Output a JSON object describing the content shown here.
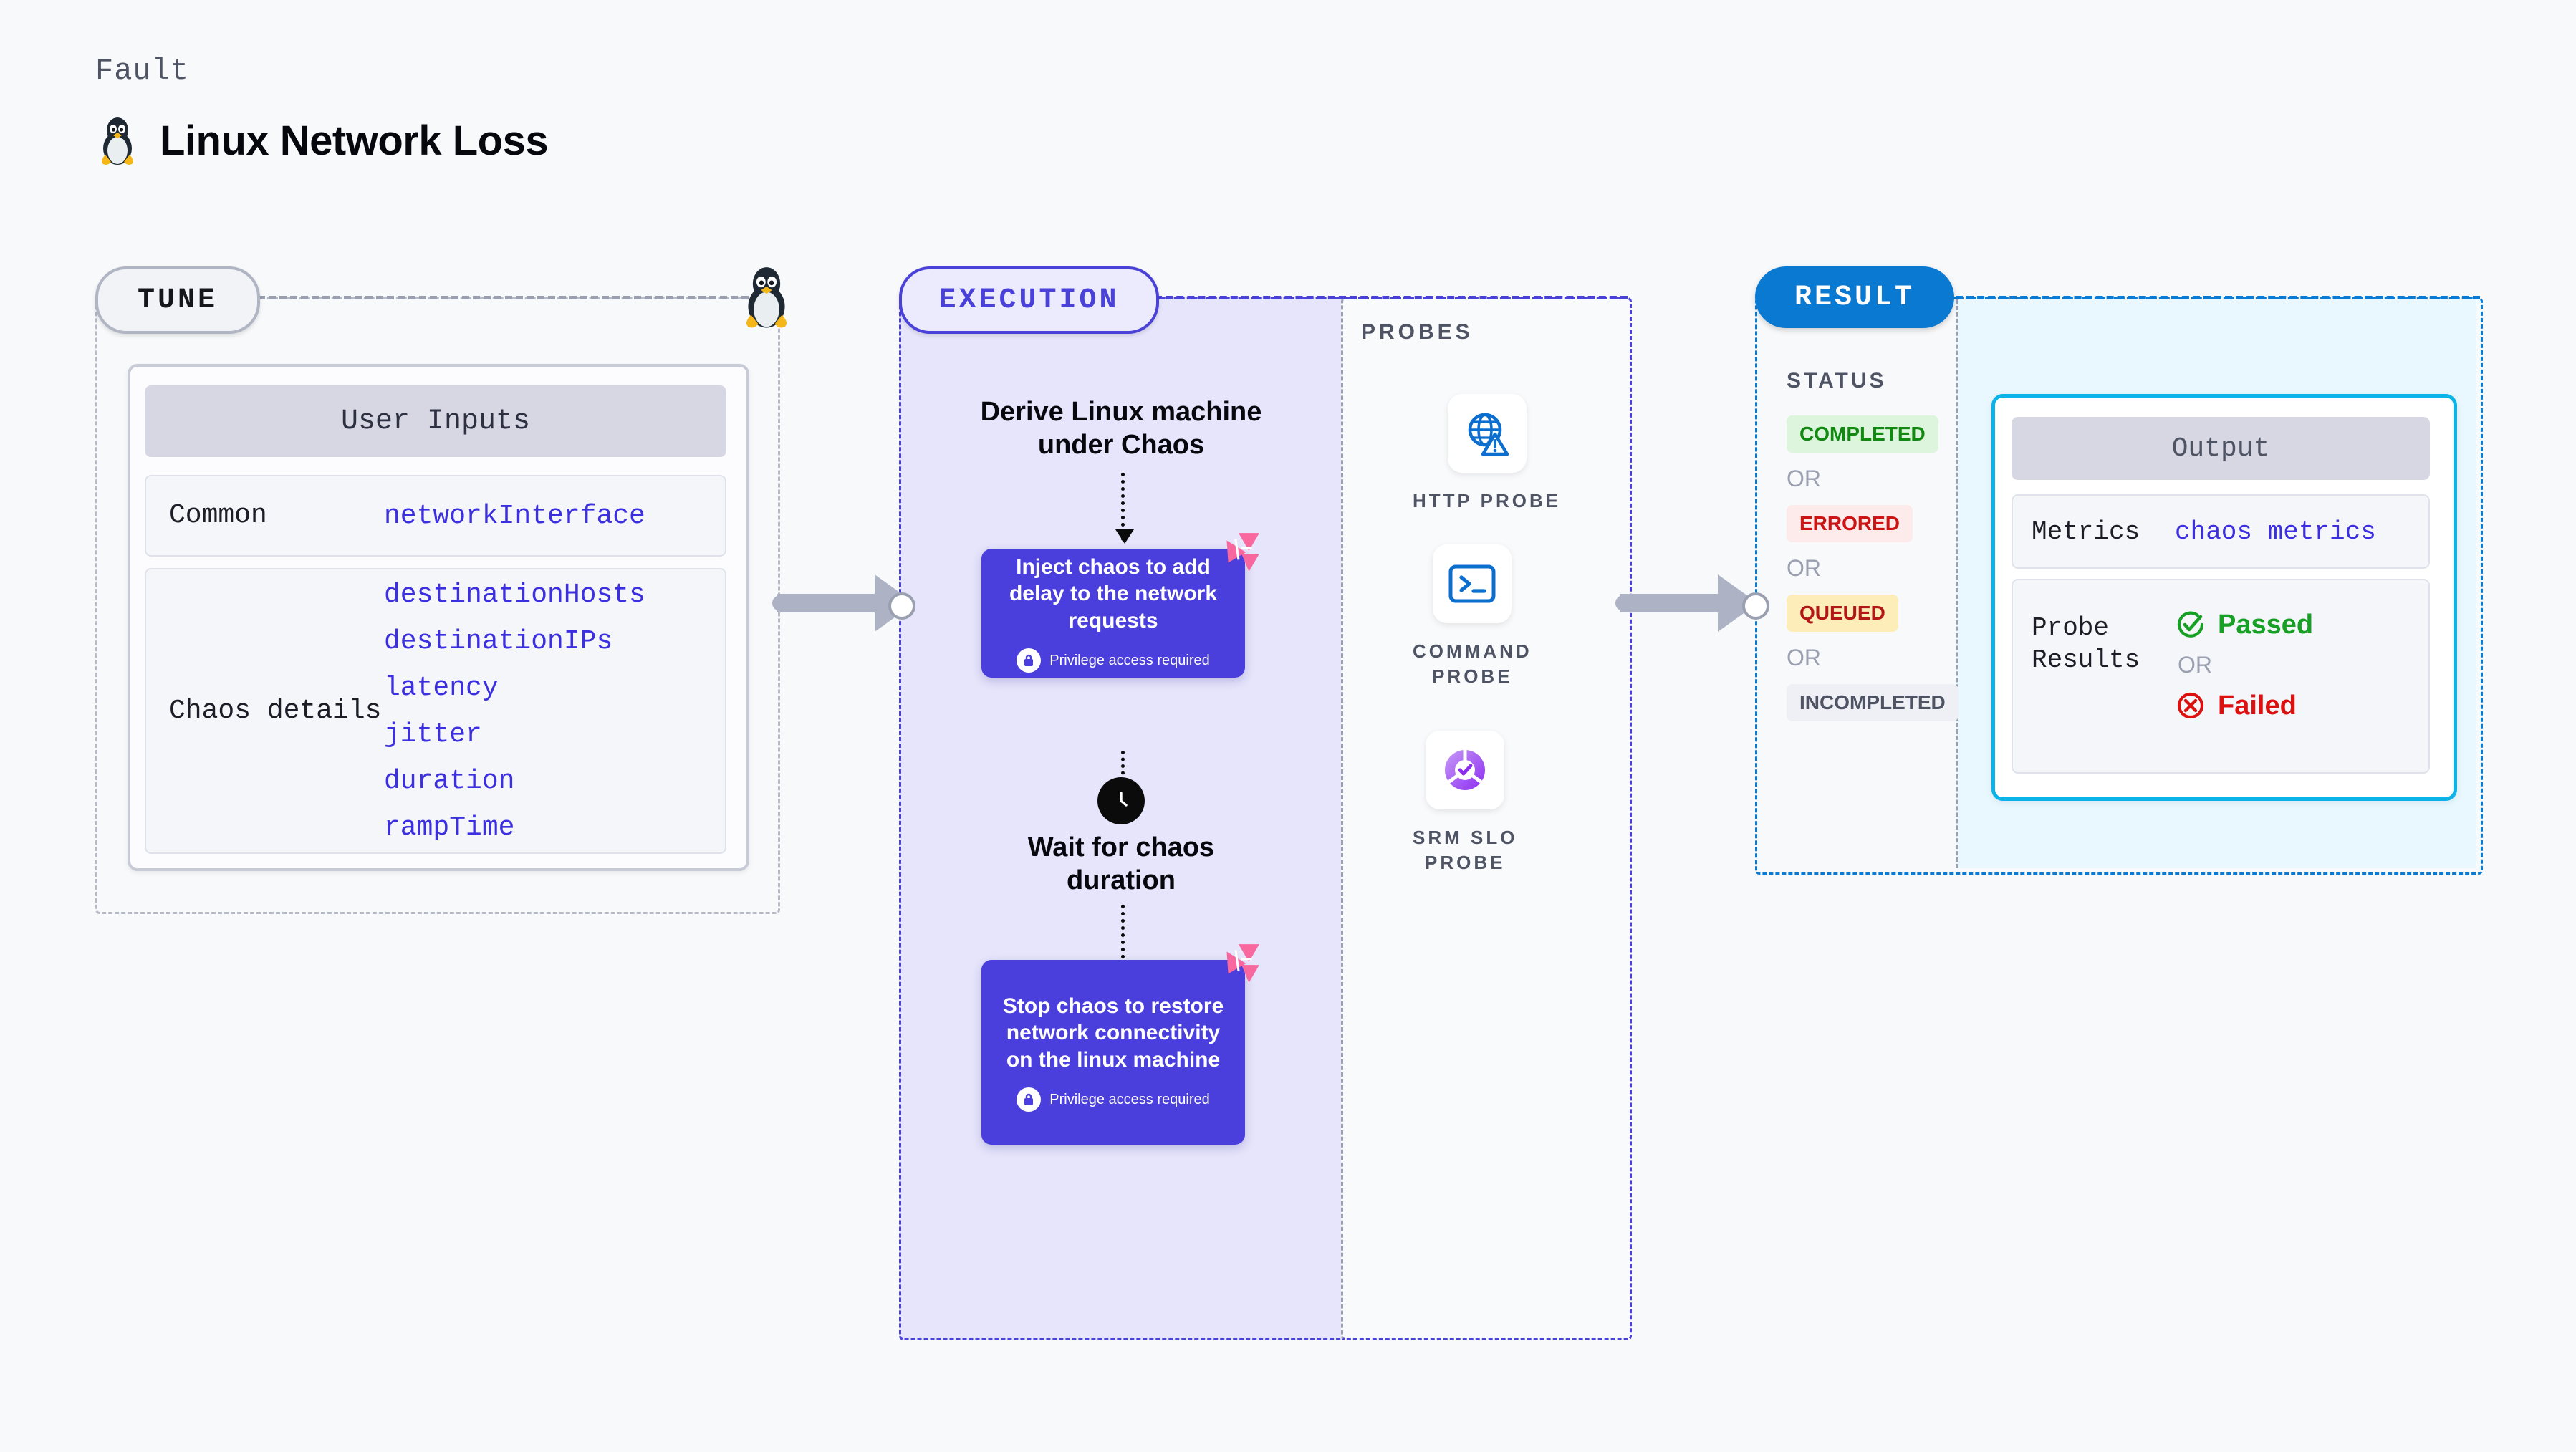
{
  "header": {
    "kicker": "Fault",
    "title": "Linux Network Loss",
    "icon": "linux-penguin-icon"
  },
  "colors": {
    "execution_accent": "#4a41d8",
    "result_accent": "#0a79d2",
    "output_border": "#0bb3e8",
    "param_value": "#3b2fe0",
    "chaos_card": "#4a3fdc",
    "harness_mark": "#f9679f",
    "arrow_grey": "#adb2c4"
  },
  "tune": {
    "badge": "TUNE",
    "card_title": "User Inputs",
    "rows": [
      {
        "label": "Common",
        "values": [
          "networkInterface"
        ]
      },
      {
        "label": "Chaos details",
        "values": [
          "destinationHosts",
          "destinationIPs",
          "latency",
          "jitter",
          "duration",
          "rampTime"
        ]
      }
    ]
  },
  "execution": {
    "badge": "EXECUTION",
    "step1": "Derive Linux machine\nunder Chaos",
    "wait_step": "Wait for chaos\nduration",
    "cards": [
      {
        "title": "Inject chaos to add delay to the network requests",
        "privilege": "Privilege access required"
      },
      {
        "title": "Stop chaos to restore network connectivity on the linux machine",
        "privilege": "Privilege access required"
      }
    ]
  },
  "probes": {
    "label": "PROBES",
    "items": [
      {
        "icon": "globe-warning-icon",
        "caption": "HTTP  PROBE"
      },
      {
        "icon": "terminal-icon",
        "caption": "COMMAND\nPROBE"
      },
      {
        "icon": "srm-slo-donut-icon",
        "caption": "SRM  SLO\nPROBE"
      }
    ]
  },
  "result": {
    "badge": "RESULT",
    "status_label": "STATUS",
    "or_label": "OR",
    "statuses": [
      {
        "text": "COMPLETED",
        "bg": "#dcf5dc",
        "fg": "#128a12"
      },
      {
        "text": "ERRORED",
        "bg": "#fdeaea",
        "fg": "#cc1414"
      },
      {
        "text": "QUEUED",
        "bg": "#fdedb8",
        "fg": "#b31717"
      },
      {
        "text": "INCOMPLETED",
        "bg": "#eff0f5",
        "fg": "#4f5464"
      }
    ],
    "output": {
      "title": "Output",
      "metrics_label": "Metrics",
      "metrics_value": "chaos metrics",
      "probe_label": "Probe\nResults",
      "passed": "Passed",
      "failed": "Failed",
      "or_label": "OR"
    }
  }
}
